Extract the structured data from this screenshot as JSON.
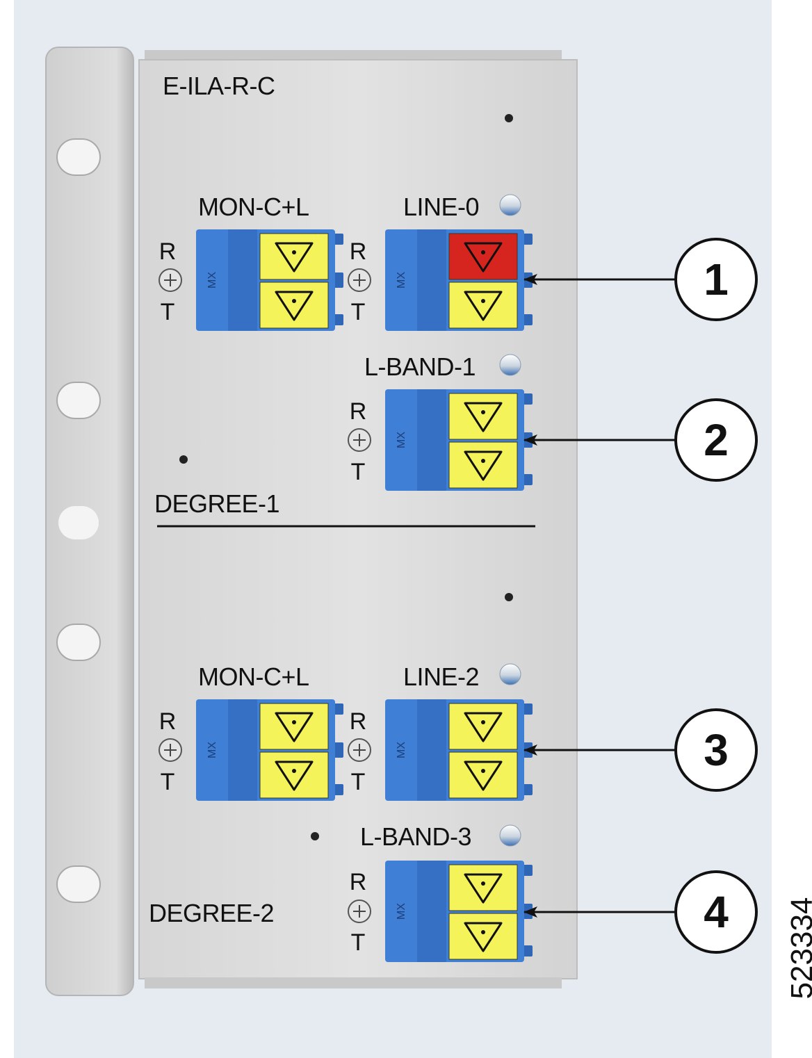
{
  "module": {
    "name": "E-ILA-R-C"
  },
  "ports": [
    {
      "id": "mon-top",
      "label": "MON-C+L",
      "receive": "R",
      "transmit": "T",
      "connector": "MX",
      "highlight": false
    },
    {
      "id": "line-0",
      "label": "LINE-0",
      "receive": "R",
      "transmit": "T",
      "connector": "MX",
      "highlight": true,
      "highlight_color": "#d6241e"
    },
    {
      "id": "l-band-1",
      "label": "L-BAND-1",
      "receive": "R",
      "transmit": "T",
      "connector": "MX",
      "highlight": false
    },
    {
      "id": "mon-bottom",
      "label": "MON-C+L",
      "receive": "R",
      "transmit": "T",
      "connector": "MX",
      "highlight": false
    },
    {
      "id": "line-2",
      "label": "LINE-2",
      "receive": "R",
      "transmit": "T",
      "connector": "MX",
      "highlight": false
    },
    {
      "id": "l-band-3",
      "label": "L-BAND-3",
      "receive": "R",
      "transmit": "T",
      "connector": "MX",
      "highlight": false
    }
  ],
  "degrees": [
    "DEGREE-1",
    "DEGREE-2"
  ],
  "callouts": [
    "1",
    "2",
    "3",
    "4"
  ],
  "figure_id": "523334",
  "colors": {
    "background": "#e6ebf2",
    "panel": "#d9d9d9",
    "connector_blue": "#3f7fd6",
    "port_yellow": "#f5f35a",
    "port_red": "#d6241e"
  }
}
